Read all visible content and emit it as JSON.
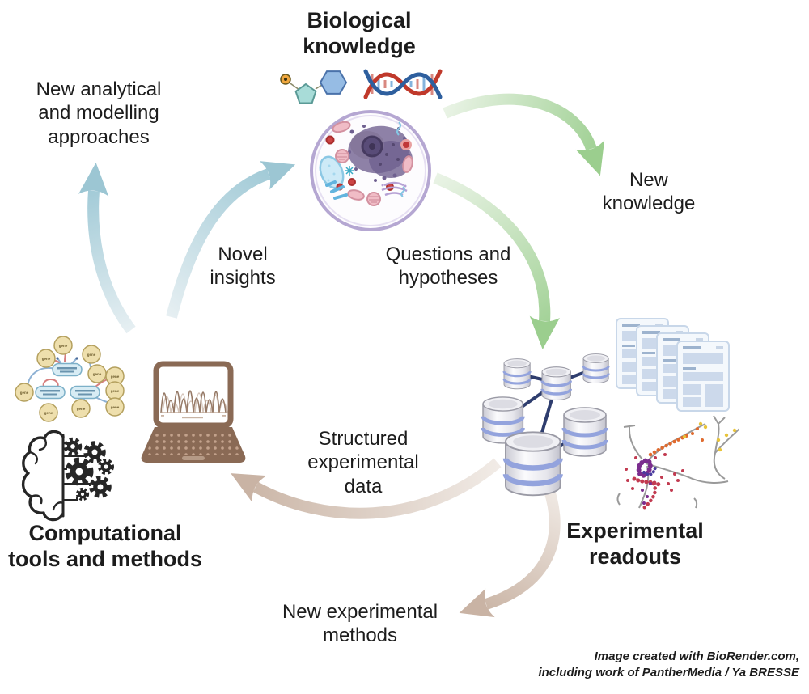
{
  "nodes": {
    "biological": "Biological\nknowledge",
    "experimental": "Experimental\nreadouts",
    "computational": "Computational\ntools and methods"
  },
  "flow_labels": {
    "questions": "Questions and\nhypotheses",
    "structured": "Structured\nexperimental\ndata",
    "novel": "Novel\ninsights"
  },
  "outcome_labels": {
    "new_knowledge": "New\nknowledge",
    "new_analytical": "New analytical\nand modelling\napproaches",
    "new_experimental": "New experimental\nmethods"
  },
  "network": {
    "gene": "gene"
  },
  "attribution": {
    "line1": "Image created with BioRender.com,",
    "line2": "including work of PantherMedia / Ya BRESSE"
  },
  "arrows": [
    {
      "from": "Biological knowledge",
      "to": "New knowledge",
      "label": "",
      "color": "#9fd093"
    },
    {
      "from": "Biological knowledge",
      "to": "Experimental readouts",
      "label": "Questions and hypotheses",
      "color": "#9fd093"
    },
    {
      "from": "Experimental readouts",
      "to": "Computational tools and methods",
      "label": "Structured experimental data",
      "color": "#cbb6a7"
    },
    {
      "from": "Experimental readouts",
      "to": "New experimental methods",
      "label": "",
      "color": "#cbb6a7"
    },
    {
      "from": "Computational tools and methods",
      "to": "Biological knowledge",
      "label": "Novel insights",
      "color": "#9fc9d6"
    },
    {
      "from": "Computational tools and methods",
      "to": "New analytical and modelling approaches",
      "label": "",
      "color": "#9fc9d6"
    }
  ],
  "icons": [
    "nucleotide-icon",
    "dna-helix-icon",
    "cell-icon",
    "database-network-icon",
    "documents-icon",
    "neuron-reconstruction-icon",
    "gene-network-icon",
    "laptop-chart-icon",
    "brain-gears-icon"
  ],
  "colors": {
    "text": "#1c1c1c",
    "arrow_green": "#9fd093",
    "arrow_blue": "#9fc9d6",
    "arrow_tan": "#cbb6a7",
    "background": "#ffffff"
  }
}
